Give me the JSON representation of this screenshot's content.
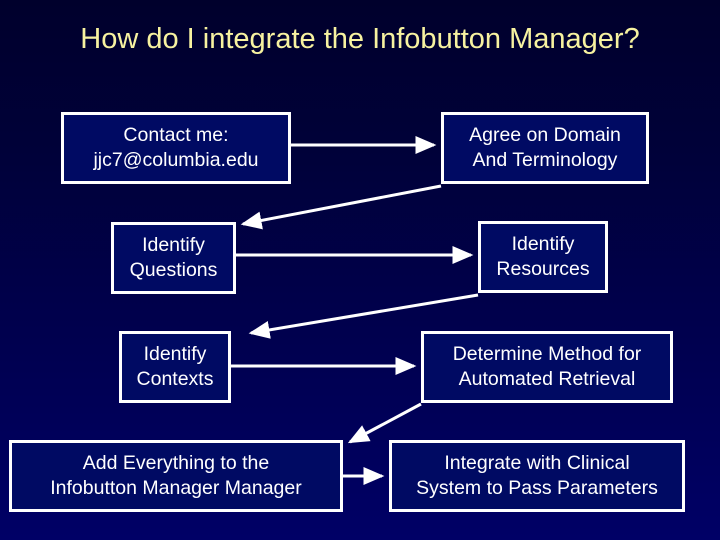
{
  "slide": {
    "title": "How do I integrate the Infobutton Manager?",
    "background_top_color": "#00002c",
    "background_bottom_color": "#000066",
    "title_color": "#f7f2a0",
    "box_border_color": "#ffffff",
    "box_fill_color": "#000a63",
    "box_text_color": "#ffffff",
    "connector_color": "#ffffff"
  },
  "nodes": [
    {
      "id": "contact",
      "line1": "Contact me:",
      "line2": "jjc7@columbia.edu"
    },
    {
      "id": "agree",
      "line1": "Agree on Domain",
      "line2": "And Terminology"
    },
    {
      "id": "questions",
      "line1": "Identify",
      "line2": "Questions"
    },
    {
      "id": "resources",
      "line1": "Identify",
      "line2": "Resources"
    },
    {
      "id": "contexts",
      "line1": "Identify",
      "line2": "Contexts"
    },
    {
      "id": "determine",
      "line1": "Determine Method for",
      "line2": "Automated Retrieval"
    },
    {
      "id": "add",
      "line1": "Add Everything to the",
      "line2": "Infobutton Manager Manager"
    },
    {
      "id": "integrate",
      "line1": "Integrate with Clinical",
      "line2": "System to Pass Parameters"
    }
  ],
  "connectors": [
    {
      "id": "contact-to-agree",
      "from": "contact",
      "to": "agree",
      "style": "horizontal-right"
    },
    {
      "id": "agree-to-questions",
      "from": "agree",
      "to": "questions",
      "style": "diagonal-left-down"
    },
    {
      "id": "questions-to-resources",
      "from": "questions",
      "to": "resources",
      "style": "horizontal-right"
    },
    {
      "id": "resources-to-contexts",
      "from": "resources",
      "to": "contexts",
      "style": "diagonal-left-down"
    },
    {
      "id": "contexts-to-determine",
      "from": "contexts",
      "to": "determine",
      "style": "horizontal-right"
    },
    {
      "id": "determine-to-add",
      "from": "determine",
      "to": "add",
      "style": "diagonal-left-down"
    },
    {
      "id": "add-to-integrate",
      "from": "add",
      "to": "integrate",
      "style": "horizontal-right"
    }
  ]
}
